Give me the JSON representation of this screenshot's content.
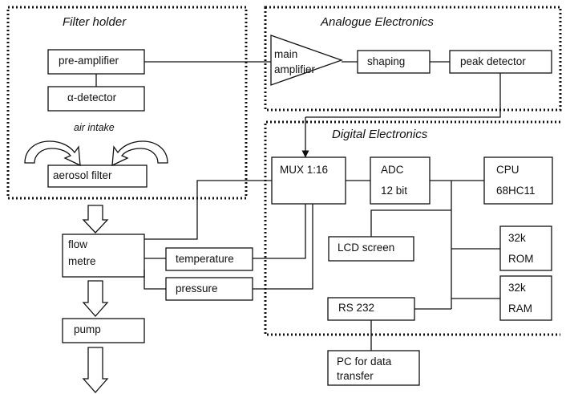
{
  "groups": {
    "filter_holder": "Filter holder",
    "analogue": "Analogue Electronics",
    "digital": "Digital Electronics"
  },
  "blocks": {
    "pre_amplifier": "pre-amplifier",
    "alpha_detector": "α-detector",
    "air_intake": "air intake",
    "aerosol_filter": "aerosol filter",
    "main_amplifier_1": "main",
    "main_amplifier_2": "amplifier",
    "shaping": "shaping",
    "peak_detector": "peak detector",
    "mux": "MUX 1:16",
    "adc_1": "ADC",
    "adc_2": "12 bit",
    "cpu_1": "CPU",
    "cpu_2": "68HC11",
    "lcd": "LCD screen",
    "rom_1": "32k",
    "rom_2": "ROM",
    "ram_1": "32k",
    "ram_2": "RAM",
    "rs232": "RS 232",
    "pc_1": "PC for data",
    "pc_2": "transfer",
    "flow_1": "flow",
    "flow_2": "metre",
    "temperature": "temperature",
    "pressure": "pressure",
    "pump": "pump"
  }
}
